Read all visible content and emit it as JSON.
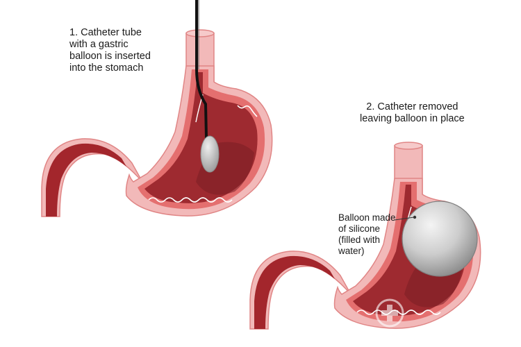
{
  "labels": {
    "step1": [
      "1. Catheter tube",
      "with a gastric",
      "balloon is inserted",
      "into the stomach"
    ],
    "step2": [
      "2. Catheter removed",
      "leaving balloon in place"
    ],
    "balloon": [
      "Balloon made",
      "of silicone",
      "(filled with",
      "water)"
    ]
  },
  "colors": {
    "wall_outer": "#f2b9b9",
    "wall_mid": "#e46f6f",
    "cavity": "#9e2a30",
    "cavity_dark": "#7a1d24",
    "balloon": "#c9c9c9",
    "catheter": "#111111"
  },
  "icons": {
    "watermark": "medical-cross-icon"
  }
}
